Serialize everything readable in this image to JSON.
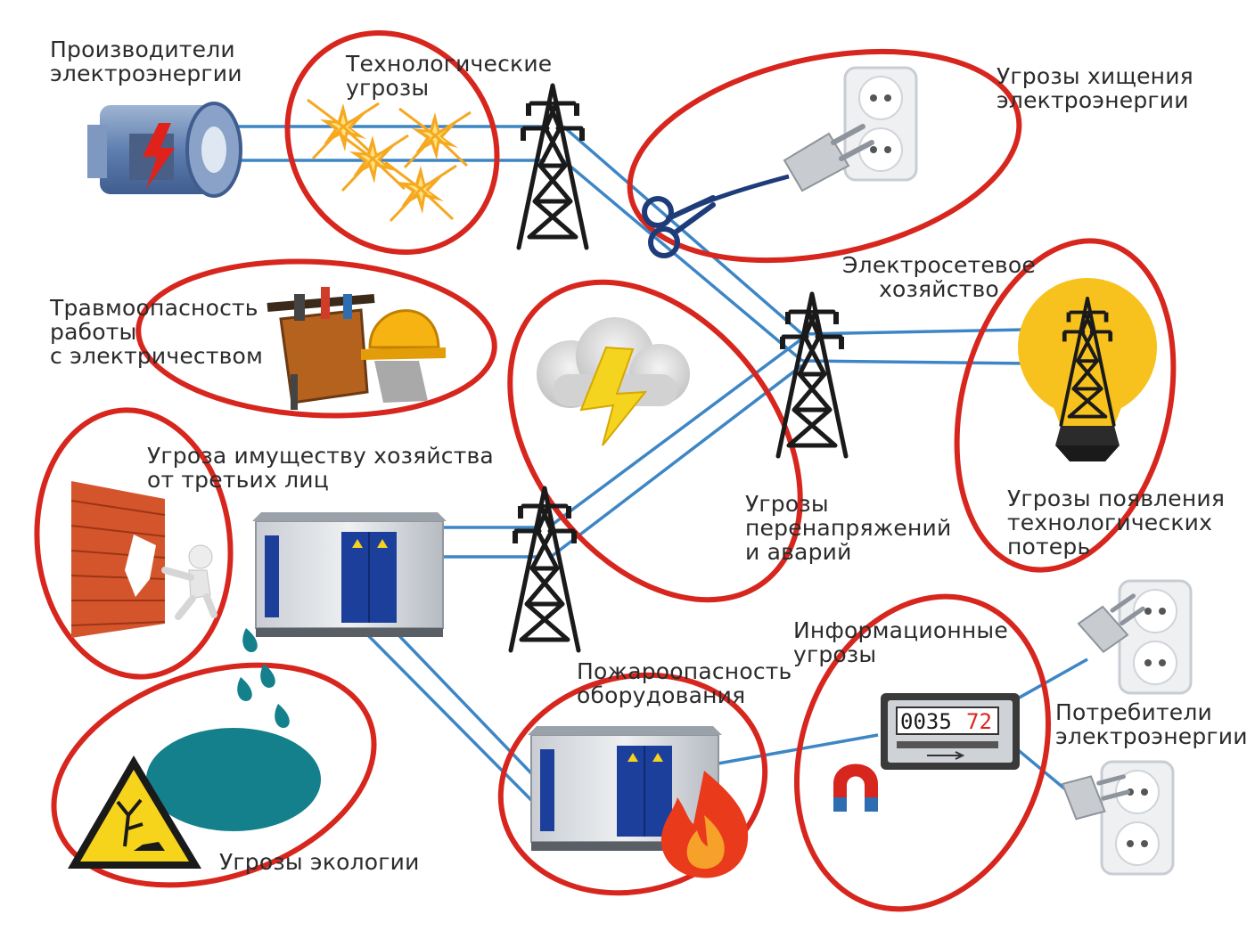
{
  "colors": {
    "ellipse": "#d7261e",
    "wire": "#3d86c6",
    "tower": "#1a1a1a",
    "text": "#2b2b2b",
    "water": "#13808c",
    "spark": "#f5a820",
    "bulb": "#f7c21e"
  },
  "labels": {
    "producers": [
      "Производители",
      "электроэнергии"
    ],
    "tech_threats": [
      "Технологические",
      "угрозы"
    ],
    "theft": [
      "Угрозы хищения",
      "электроэнергии"
    ],
    "grid": [
      "Электросетевое",
      "хозяйство"
    ],
    "injury": [
      "Травмоопасность",
      "работы",
      "с электричеством"
    ],
    "property": [
      "Угроза имуществу хозяйства",
      "от третьих лиц"
    ],
    "overvoltage": [
      "Угрозы",
      "перенапряжений",
      "и аварий"
    ],
    "losses": [
      "Угрозы появления",
      "технологических",
      "потерь"
    ],
    "info": [
      "Информационные",
      "угрозы"
    ],
    "fire": [
      "Пожароопасность",
      "оборудования"
    ],
    "consumers": [
      "Потребители",
      "электроэнергии"
    ],
    "ecology": [
      "Угрозы экологии"
    ]
  },
  "meter": {
    "digits_black": "0035",
    "digits_red": "72"
  },
  "icons": [
    "generator-icon",
    "spark-icon",
    "power-tower-icon",
    "wall-socket-icon",
    "plug-icon",
    "scissors-icon",
    "tool-belt-icon",
    "hard-hat-icon",
    "storm-cloud-icon",
    "lightning-icon",
    "light-bulb-icon",
    "brick-wall-icon",
    "person-icon",
    "transformer-substation-icon",
    "water-drop-icon",
    "water-puddle-icon",
    "hazard-sign-icon",
    "fire-icon",
    "electric-meter-icon",
    "magnet-icon"
  ]
}
